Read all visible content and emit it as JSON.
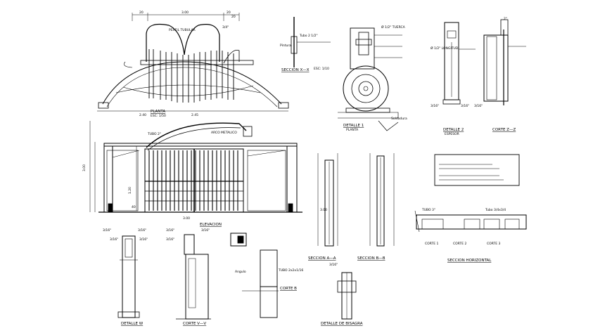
{
  "drawing": {
    "plan": {
      "title": "PLANTA",
      "dim_top_1": "20",
      "dim_top_2": "3.00",
      "dim_top_3": "20",
      "dim_top_4": "20",
      "dim_bottom_1": "2.40",
      "dim_bottom_2": "2.45"
    },
    "elevation": {
      "title": "ELEVACION",
      "dim_height": "3.00",
      "dim_mid": "1.20",
      "dim_low": "40",
      "dim_bottom": "3.00"
    },
    "section_xx": {
      "title": "SECCION X—X"
    },
    "detail_1": {
      "title": "DETALLE 1",
      "sub": "PLANTA"
    },
    "detail_2": {
      "title": "DETALLE 2",
      "sub": "ESPESOR"
    },
    "cut_zz": {
      "title": "CORTE Z—Z"
    },
    "section_aa": {
      "title": "SECCION A—A"
    },
    "section_bb": {
      "title": "SECCION B—B"
    },
    "detail_w": {
      "title": "DETALLE W"
    },
    "cut_vv": {
      "title": "CORTE V—V"
    },
    "cut_b": {
      "title": "CORTE B"
    },
    "detail_hinge": {
      "title": "DETALLE DE BISAGRA"
    },
    "horizontal": {
      "title": "SECCION HORIZONTAL",
      "cut1": "CORTE 1",
      "cut2": "CORTE 2",
      "cut3": "CORTE 3"
    },
    "dims": {
      "a": "3/16\"",
      "b": "3/16\"",
      "c": "3/16\"",
      "d": "3/16\"",
      "e": "3/16\"",
      "f": "3/16\"",
      "g": "3/16\"",
      "h": "2\""
    }
  }
}
